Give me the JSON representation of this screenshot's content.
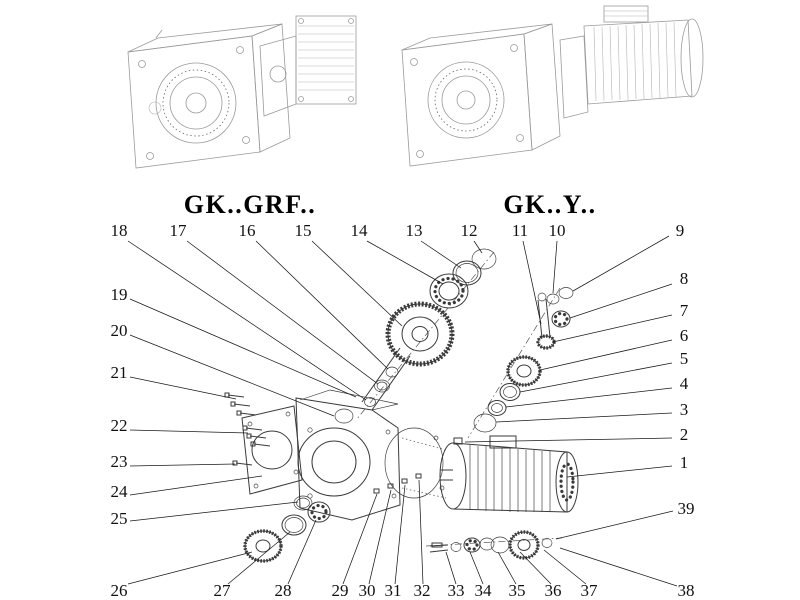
{
  "titles": {
    "left": "GK..GRF..",
    "right": "GK..Y.."
  },
  "callouts": {
    "c1": "1",
    "c2": "2",
    "c3": "3",
    "c4": "4",
    "c5": "5",
    "c6": "6",
    "c7": "7",
    "c8": "8",
    "c9": "9",
    "c10": "10",
    "c11": "11",
    "c12": "12",
    "c13": "13",
    "c14": "14",
    "c15": "15",
    "c16": "16",
    "c17": "17",
    "c18": "18",
    "c19": "19",
    "c20": "20",
    "c21": "21",
    "c22": "22",
    "c23": "23",
    "c24": "24",
    "c25": "25",
    "c26": "26",
    "c27": "27",
    "c28": "28",
    "c29": "29",
    "c30": "30",
    "c31": "31",
    "c32": "32",
    "c33": "33",
    "c34": "34",
    "c35": "35",
    "c36": "36",
    "c37": "37",
    "c38": "38",
    "c39": "39"
  }
}
